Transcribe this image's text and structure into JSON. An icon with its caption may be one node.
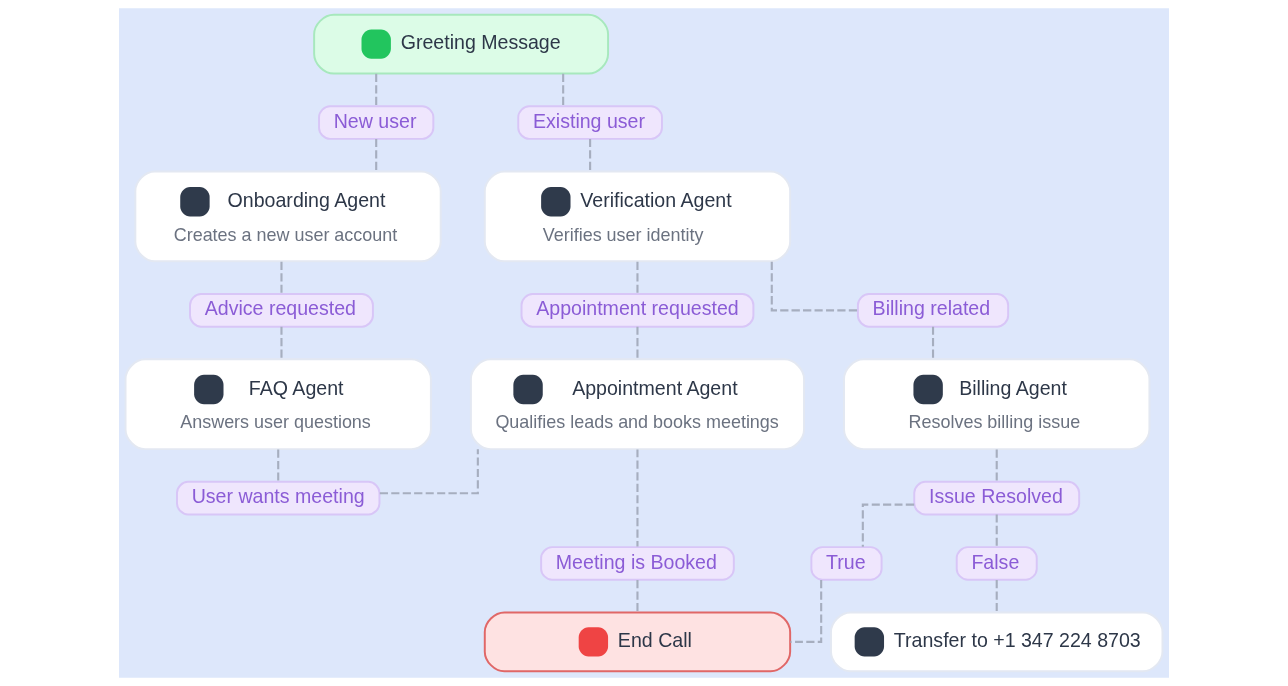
{
  "diagram": {
    "nodes": [
      {
        "text": [
          "Greeting Message"
        ]
      },
      {
        "text": [
          "New user"
        ]
      },
      {
        "text": [
          "Existing user"
        ]
      },
      {
        "text": [
          "Onboarding Agent",
          "Creates a new user account"
        ]
      },
      {
        "text": [
          "Verification Agent",
          "Verifies user identity"
        ]
      },
      {
        "text": [
          "Advice requested"
        ]
      },
      {
        "text": [
          "Appointment requested"
        ]
      },
      {
        "text": [
          "Billing related"
        ]
      },
      {
        "text": [
          "FAQ Agent",
          "Answers user questions"
        ]
      },
      {
        "text": [
          "Appointment Agent",
          "Qualifies leads and books meetings"
        ]
      },
      {
        "text": [
          "Billing Agent",
          "Resolves billing issue"
        ]
      },
      {
        "text": [
          "User wants meeting"
        ]
      },
      {
        "text": [
          "Meeting is Booked"
        ]
      },
      {
        "text": [
          "Issue Resolved"
        ]
      },
      {
        "text": [
          "True"
        ]
      },
      {
        "text": [
          "False"
        ]
      },
      {
        "text": [
          "End Call"
        ]
      },
      {
        "text": [
          "Transfer to +1 347 224 8703"
        ]
      }
    ],
    "edges": [
      {
        "from": 0,
        "to": 1,
        "arrow": "none",
        "style": "dashed"
      },
      {
        "from": 0,
        "to": 2,
        "arrow": "none",
        "style": "dashed"
      },
      {
        "from": 1,
        "to": 3,
        "arrow": "none",
        "style": "dashed"
      },
      {
        "from": 2,
        "to": 4,
        "arrow": "none",
        "style": "dashed"
      },
      {
        "from": 3,
        "to": 5,
        "arrow": "none",
        "style": "dashed"
      },
      {
        "from": 4,
        "to": 6,
        "arrow": "none",
        "style": "dashed"
      },
      {
        "from": 4,
        "to": 7,
        "arrow": "none",
        "style": "dashed"
      },
      {
        "from": 5,
        "to": 8,
        "arrow": "none",
        "style": "dashed"
      },
      {
        "from": 6,
        "to": 9,
        "arrow": "none",
        "style": "dashed"
      },
      {
        "from": 7,
        "to": 10,
        "arrow": "none",
        "style": "dashed"
      },
      {
        "from": 8,
        "to": 11,
        "arrow": "none",
        "style": "dashed"
      },
      {
        "from": 11,
        "to": 9,
        "arrow": "none",
        "style": "dashed"
      },
      {
        "from": 9,
        "to": 12,
        "arrow": "none",
        "style": "dashed"
      },
      {
        "from": 10,
        "to": 13,
        "arrow": "none",
        "style": "dashed"
      },
      {
        "from": 13,
        "to": 14,
        "arrow": "none",
        "style": "dashed"
      },
      {
        "from": 13,
        "to": 15,
        "arrow": "none",
        "style": "dashed"
      },
      {
        "from": 12,
        "to": 16,
        "arrow": "none",
        "style": "dashed"
      },
      {
        "from": 14,
        "to": 16,
        "arrow": "none",
        "style": "dashed"
      },
      {
        "from": 15,
        "to": 17,
        "arrow": "none",
        "style": "dashed"
      }
    ]
  }
}
